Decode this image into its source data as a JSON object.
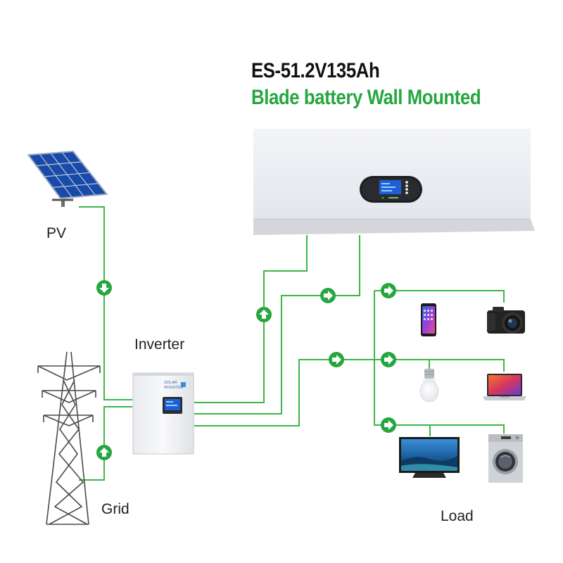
{
  "title": {
    "product": "ES-51.2V135Ah",
    "subtitle": "Blade battery  Wall Mounted"
  },
  "labels": {
    "pv": "PV",
    "inverter": "Inverter",
    "grid": "Grid",
    "load": "Load"
  },
  "inverter_brand": {
    "line1": "SOLAR",
    "line2": "INVERTER"
  },
  "colors": {
    "accent_green": "#26a641",
    "line_green": "#3cb54a",
    "battery_body": "#eceef3",
    "display_blue": "#1e5fd8"
  },
  "icons": [
    "solar-panel-icon",
    "power-tower-icon",
    "inverter-icon",
    "battery-icon",
    "smartphone-icon",
    "camera-icon",
    "light-bulb-icon",
    "laptop-icon",
    "television-icon",
    "washing-machine-icon",
    "flow-arrow-icon"
  ]
}
